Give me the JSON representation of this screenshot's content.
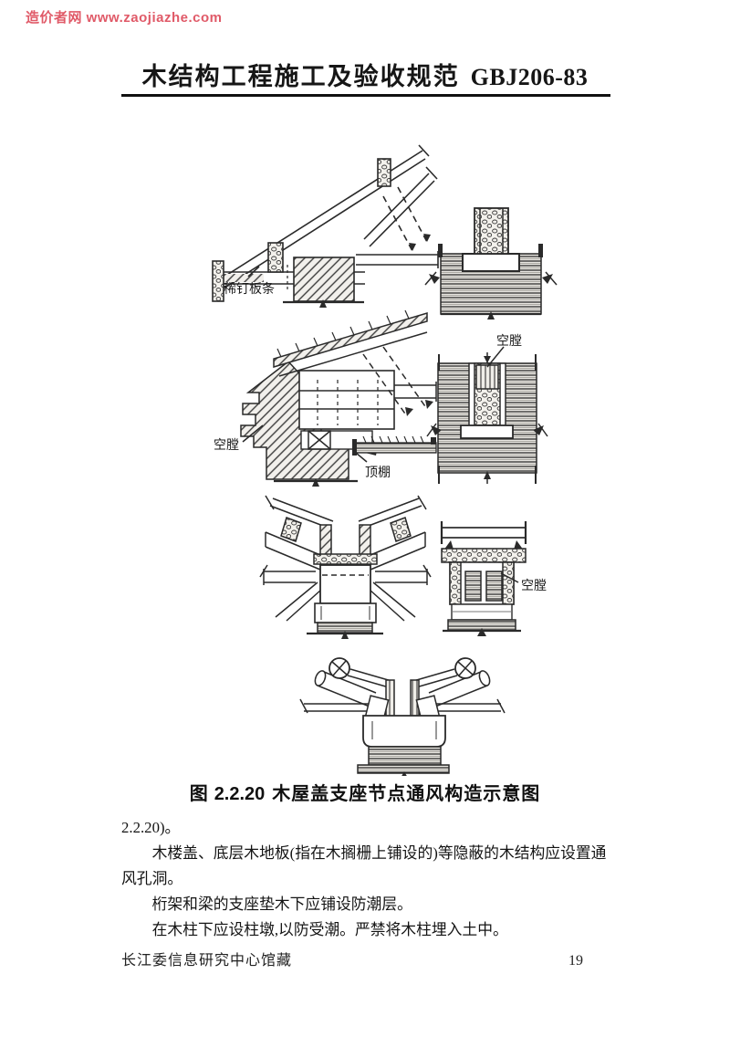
{
  "watermark": {
    "text": "造价者网 www.zaojiazhe.com",
    "color": "#e05a68"
  },
  "header": {
    "title": "木结构工程施工及验收规范",
    "code": "GBJ206-83"
  },
  "figure": {
    "caption_prefix": "图",
    "caption_number": "2.2.20",
    "caption_title": "木屋盖支座节点通风构造示意图",
    "labels": {
      "battens": "稀钉板条",
      "cavity_eave": "空膛",
      "ceiling": "顶棚",
      "cavity_wall": "空膛",
      "cavity_pier": "空膛"
    }
  },
  "body": {
    "intro": "2.2.20)。",
    "para1": "木楼盖、底层木地板(指在木搁栅上铺设的)等隐蔽的木结构应设置通风孔洞。",
    "para2": "桁架和梁的支座垫木下应铺设防潮层。",
    "para3": "在木柱下应设柱墩,以防受潮。严禁将木柱埋入土中。"
  },
  "footer": {
    "library": "长江委信息研究中心馆藏",
    "page_number": "19"
  },
  "colors": {
    "ink": "#1b1b1b",
    "watermark_red": "#e05a68",
    "paper": "#ffffff"
  }
}
